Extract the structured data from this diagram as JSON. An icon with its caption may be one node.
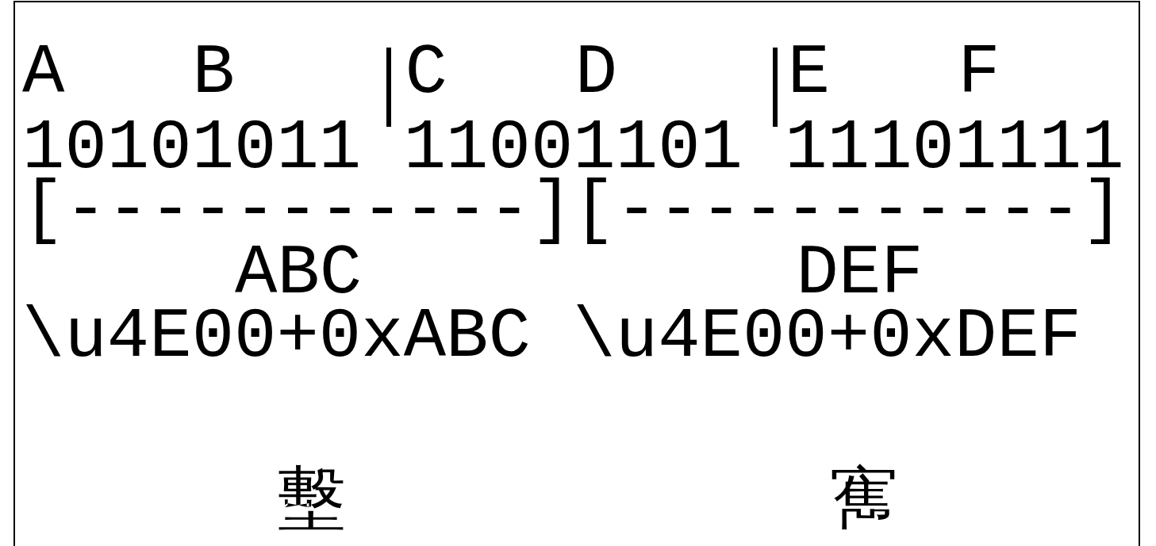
{
  "diagram": {
    "labels": [
      "A",
      "B",
      "C",
      "D",
      "E",
      "F",
      "10101011 11001101 11101111",
      "[-----------][-----------]",
      "ABC",
      "DEF",
      "\\u4E00+0xABC \\u4E00+0xDEF",
      "墼",
      "寯"
    ]
  }
}
